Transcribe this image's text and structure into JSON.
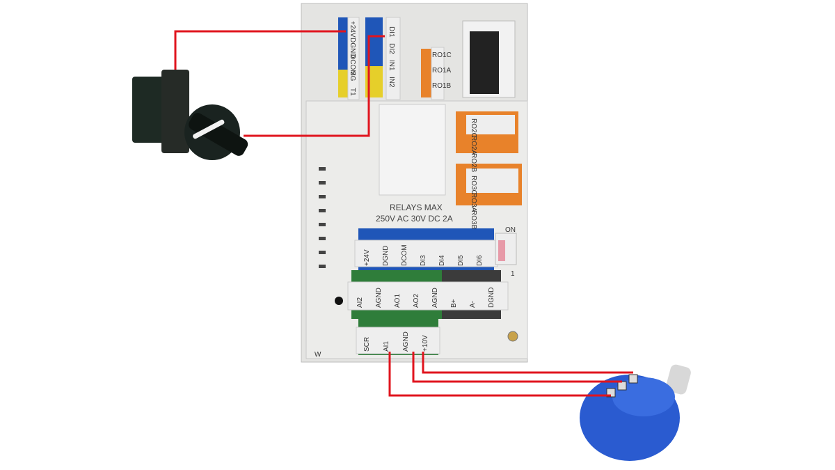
{
  "panel": {
    "top_block_1": [
      "+24V",
      "DGND",
      "DCOM",
      "SG",
      "T1"
    ],
    "top_block_2": [
      "DI1",
      "DI2",
      "IN1",
      "IN2"
    ],
    "relay1": [
      "RO1C",
      "RO1A",
      "RO1B"
    ],
    "relay2": [
      "RO2C",
      "RO2A",
      "RO2B"
    ],
    "relay3": [
      "RO3C",
      "RO3A",
      "RO3B"
    ],
    "relays_line1": "RELAYS MAX",
    "relays_line2": "250V AC  30V DC  2A",
    "di_row": [
      "+24V",
      "DGND",
      "DCOM",
      "DI3",
      "DI4",
      "DI5",
      "DI6"
    ],
    "ao_row": [
      "AI2",
      "AGND",
      "AO1",
      "AO2",
      "AGND",
      "B+",
      "A-",
      "DGND"
    ],
    "ai_row": [
      "SCR",
      "AI1",
      "AGND",
      "+10V"
    ],
    "dip_label": "ON",
    "dip_number": "1",
    "corner_mark": "W"
  },
  "colors": {
    "wire": "#e0141e",
    "terminal_blue": "#1f56b8",
    "terminal_green": "#2f7d3a",
    "terminal_orange": "#e8822a",
    "pot_blue": "#2a5bd0"
  }
}
